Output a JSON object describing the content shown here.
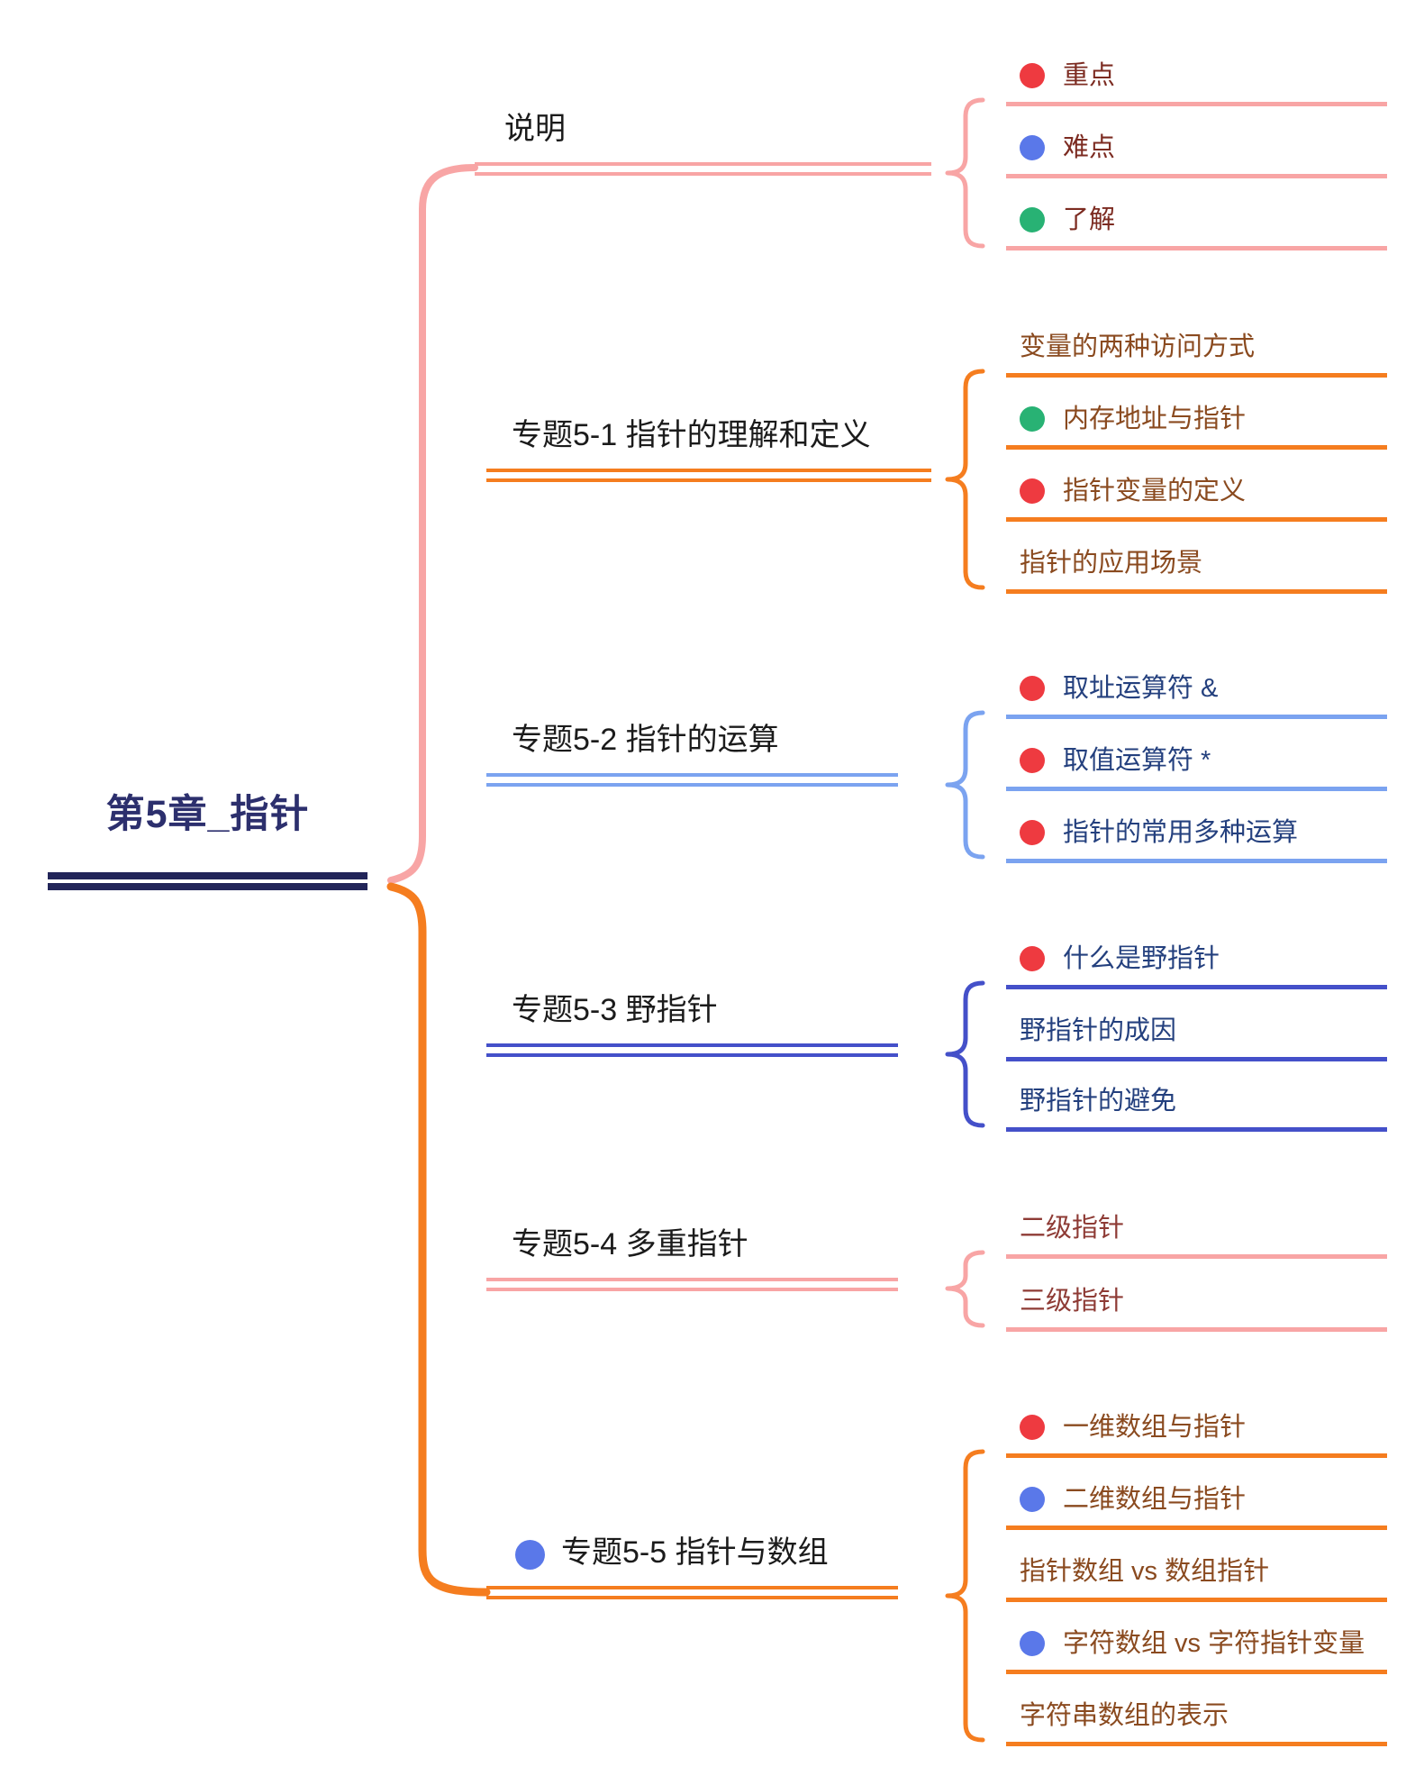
{
  "root": {
    "label": "第5章_指针"
  },
  "colors": {
    "pink": "#f8a5a5",
    "orange": "#f57d1f",
    "blue": "#7ba3f0",
    "indigo": "#4450c9",
    "root_text": "#2c2f6d",
    "root_line": "#222559",
    "topic_text": "#1b1b1b",
    "maroon_text": "#7c2b21",
    "rose_text": "#8e3b35",
    "brown_text": "#8a4a1f",
    "navy_text": "#24407e",
    "red_dot": "#ee3a40",
    "blue_dot": "#5a78e9",
    "green_dot": "#28b274"
  },
  "branches": [
    {
      "label": "说明",
      "children": [
        {
          "label": "重点",
          "dot": "red"
        },
        {
          "label": "难点",
          "dot": "blue"
        },
        {
          "label": "了解",
          "dot": "green"
        }
      ]
    },
    {
      "label": "专题5-1 指针的理解和定义",
      "children": [
        {
          "label": "变量的两种访问方式"
        },
        {
          "label": "内存地址与指针",
          "dot": "green"
        },
        {
          "label": "指针变量的定义",
          "dot": "red"
        },
        {
          "label": "指针的应用场景"
        }
      ]
    },
    {
      "label": "专题5-2 指针的运算",
      "children": [
        {
          "label": "取址运算符 &",
          "dot": "red"
        },
        {
          "label": "取值运算符 *",
          "dot": "red"
        },
        {
          "label": "指针的常用多种运算",
          "dot": "red"
        }
      ]
    },
    {
      "label": "专题5-3 野指针",
      "children": [
        {
          "label": "什么是野指针",
          "dot": "red"
        },
        {
          "label": "野指针的成因"
        },
        {
          "label": "野指针的避免"
        }
      ]
    },
    {
      "label": "专题5-4 多重指针",
      "children": [
        {
          "label": "二级指针"
        },
        {
          "label": "三级指针"
        }
      ]
    },
    {
      "label": "专题5-5 指针与数组",
      "dot": "blue",
      "children": [
        {
          "label": "一维数组与指针",
          "dot": "red"
        },
        {
          "label": "二维数组与指针",
          "dot": "blue"
        },
        {
          "label": "指针数组 vs 数组指针"
        },
        {
          "label": "字符数组 vs 字符指针变量",
          "dot": "blue"
        },
        {
          "label": "字符串数组的表示"
        }
      ]
    }
  ]
}
